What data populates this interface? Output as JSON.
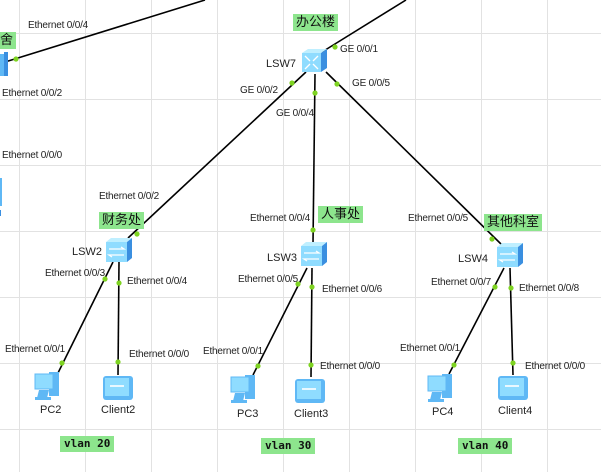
{
  "colors": {
    "area_label_bg": "#8de58d",
    "port_dot": "#7ed321",
    "link": "#000000",
    "device_blue": "#5fb8f5"
  },
  "core": {
    "name": "LSW7",
    "area": "办公楼",
    "ports": {
      "uplink": "GE 0/0/1",
      "to_lsw2": "GE 0/0/2",
      "to_lsw3": "GE 0/0/4",
      "to_lsw4": "GE 0/0/5"
    }
  },
  "left_partial": {
    "area_partial": "舍",
    "ports": {
      "uplink": "Ethernet 0/0/4",
      "p2": "Ethernet 0/0/2",
      "p0": "Ethernet 0/0/0"
    }
  },
  "access": [
    {
      "name": "LSW2",
      "area": "财务处",
      "uplink_port": "Ethernet 0/0/2",
      "pc_port": "Ethernet 0/0/3",
      "client_port": "Ethernet 0/0/4",
      "pc": {
        "name": "PC2",
        "port": "Ethernet 0/0/1"
      },
      "client": {
        "name": "Client2",
        "port": "Ethernet 0/0/0"
      },
      "vlan": "vlan 20"
    },
    {
      "name": "LSW3",
      "area": "人事处",
      "uplink_port": "Ethernet 0/0/4",
      "pc_port": "Ethernet 0/0/5",
      "client_port": "Ethernet 0/0/6",
      "pc": {
        "name": "PC3",
        "port": "Ethernet 0/0/1"
      },
      "client": {
        "name": "Client3",
        "port": "Ethernet 0/0/0"
      },
      "vlan": "vlan 30"
    },
    {
      "name": "LSW4",
      "area": "其他科室",
      "uplink_port": "Ethernet 0/0/5",
      "pc_port": "Ethernet 0/0/7",
      "client_port": "Ethernet 0/0/8",
      "pc": {
        "name": "PC4",
        "port": "Ethernet 0/0/1"
      },
      "client": {
        "name": "Client4",
        "port": "Ethernet 0/0/0"
      },
      "vlan": "vlan 40"
    }
  ]
}
